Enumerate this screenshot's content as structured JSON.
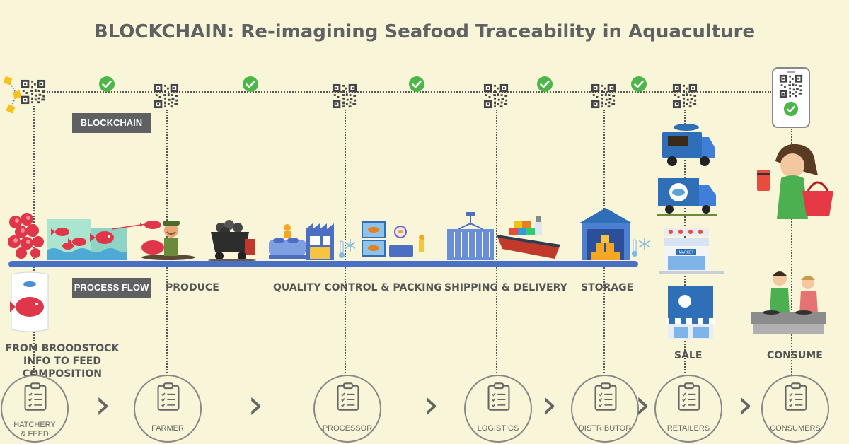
{
  "title": "BLOCKCHAIN: Re-imagining Seafood Traceability in Aquaculture",
  "tags": {
    "blockchain": "BLOCKCHAIN",
    "process_flow": "PROCESS FLOW"
  },
  "process_labels": {
    "feed": "FROM BROODSTOCK INFO TO FEED COMPOSITION",
    "produce": "PRODUCE",
    "qc": "QUALITY CONTROL & PACKING",
    "shipping": "SHIPPING & DELIVERY",
    "storage": "STORAGE",
    "sale": "SALE",
    "consume": "CONSUME"
  },
  "stakeholders": [
    {
      "label": "HATCHERY & FEED"
    },
    {
      "label": "FARMER"
    },
    {
      "label": "PROCESSOR"
    },
    {
      "label": "LOGISTICS"
    },
    {
      "label": "DISTRIBUTOR"
    },
    {
      "label": "RETAILERS"
    },
    {
      "label": "CONSUMERS"
    }
  ],
  "store_sign": "MARKET",
  "icons": [
    "qr-code-icon",
    "check-icon",
    "clipboard-icon",
    "chevron-right-icon",
    "snowflake-icon",
    "thermometer-icon",
    "blockchain-cubes-icon",
    "smartphone-icon"
  ],
  "colors": {
    "background": "#f8f5d8",
    "flow_bar": "#4a6fc7",
    "check": "#4cb648",
    "tag": "#5f6062",
    "text": "#5f6163"
  }
}
